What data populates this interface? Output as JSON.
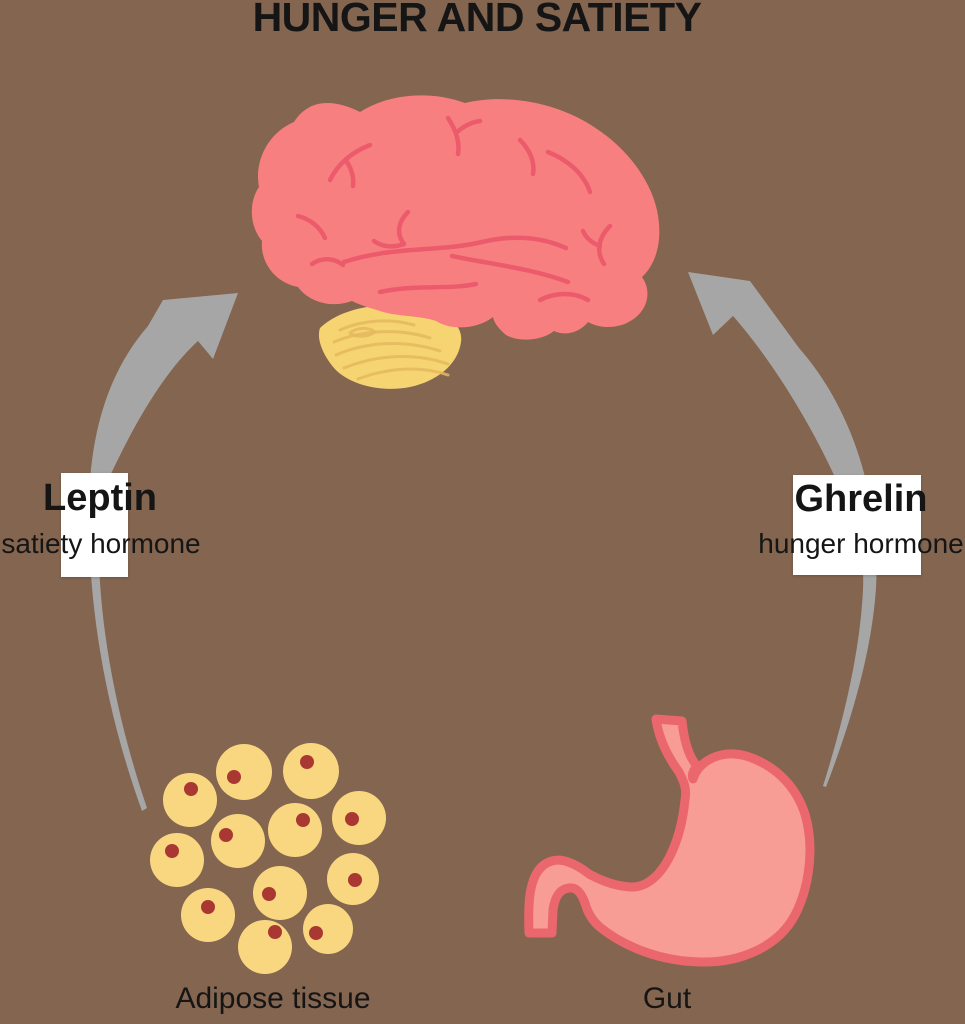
{
  "title": "HUNGER AND SATIETY",
  "hormones": {
    "leptin": {
      "name": "Leptin",
      "subtitle": "satiety hormone"
    },
    "ghrelin": {
      "name": "Ghrelin",
      "subtitle": "hunger hormone"
    }
  },
  "labels": {
    "adipose_tissue": "Adipose tissue",
    "gut": "Gut"
  },
  "illustrations": {
    "brain": "brain-illustration",
    "adipose": "adipose-cells-illustration",
    "stomach": "stomach-illustration",
    "left_arrow": "curved-arrow-adipose-to-brain",
    "right_arrow": "curved-arrow-gut-to-brain"
  },
  "colors": {
    "background": "#836550",
    "text": "#151515",
    "arrow": "#a6a6a6",
    "label_box_bg": "#ffffff",
    "brain_fill": "#f87f7f",
    "brain_sulci": "#ec5b6c",
    "cerebellum_fill": "#f6d472",
    "cerebellum_lines": "#e4b95f",
    "stomach_fill": "#f89c96",
    "stomach_outline": "#eb676e",
    "adipocyte_fill": "#f9d780",
    "adipocyte_nucleus": "#aa3832"
  }
}
